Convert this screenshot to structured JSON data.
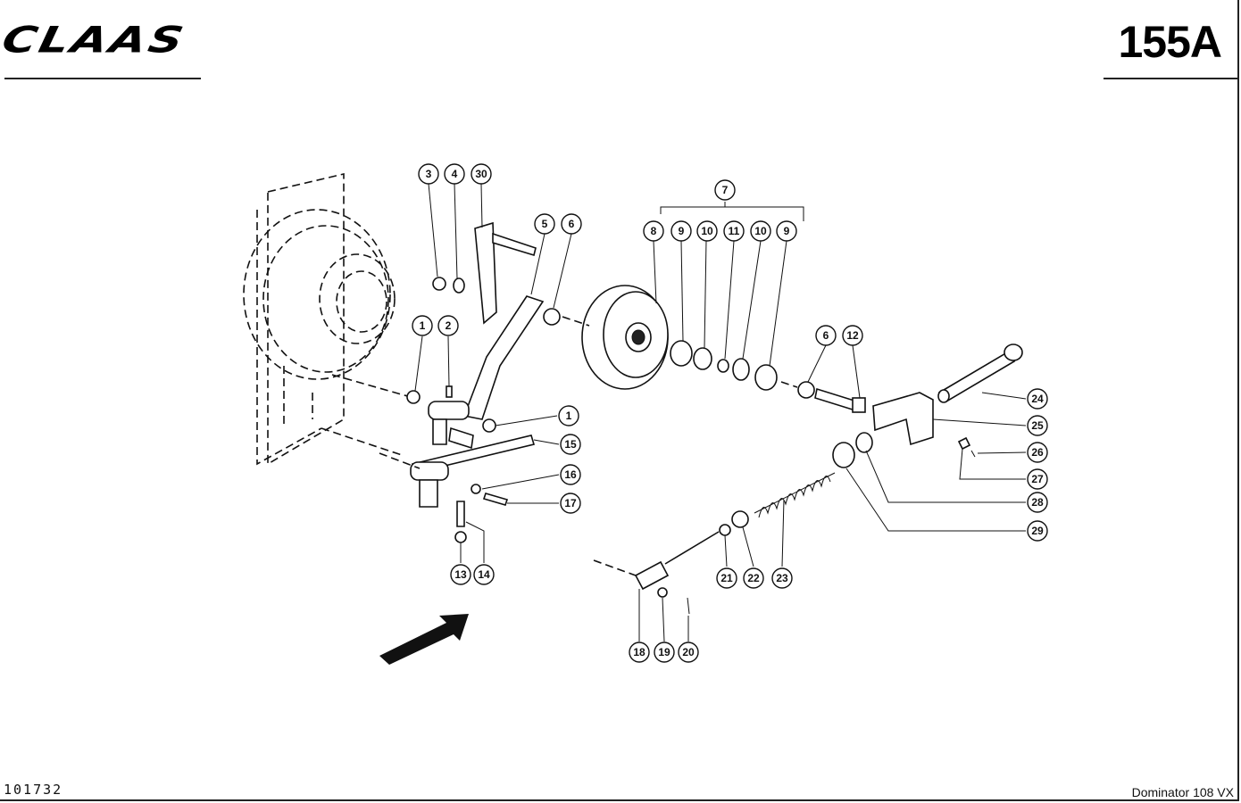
{
  "header": {
    "brand": "CLAAS",
    "page_number": "155A"
  },
  "footer": {
    "document_id": "101732",
    "model": "Dominator 108 VX"
  },
  "callouts": [
    {
      "id": "c1a",
      "label": "1"
    },
    {
      "id": "c2",
      "label": "2"
    },
    {
      "id": "c3",
      "label": "3"
    },
    {
      "id": "c4",
      "label": "4"
    },
    {
      "id": "c30",
      "label": "30"
    },
    {
      "id": "c5",
      "label": "5"
    },
    {
      "id": "c6a",
      "label": "6"
    },
    {
      "id": "c7",
      "label": "7"
    },
    {
      "id": "c8",
      "label": "8"
    },
    {
      "id": "c9a",
      "label": "9"
    },
    {
      "id": "c10a",
      "label": "10"
    },
    {
      "id": "c11",
      "label": "11"
    },
    {
      "id": "c10b",
      "label": "10"
    },
    {
      "id": "c9b",
      "label": "9"
    },
    {
      "id": "c6b",
      "label": "6"
    },
    {
      "id": "c12",
      "label": "12"
    },
    {
      "id": "c1b",
      "label": "1"
    },
    {
      "id": "c15",
      "label": "15"
    },
    {
      "id": "c16",
      "label": "16"
    },
    {
      "id": "c17",
      "label": "17"
    },
    {
      "id": "c13",
      "label": "13"
    },
    {
      "id": "c14",
      "label": "14"
    },
    {
      "id": "c24",
      "label": "24"
    },
    {
      "id": "c25",
      "label": "25"
    },
    {
      "id": "c26",
      "label": "26"
    },
    {
      "id": "c27",
      "label": "27"
    },
    {
      "id": "c28",
      "label": "28"
    },
    {
      "id": "c29",
      "label": "29"
    },
    {
      "id": "c21",
      "label": "21"
    },
    {
      "id": "c22",
      "label": "22"
    },
    {
      "id": "c23",
      "label": "23"
    },
    {
      "id": "c18",
      "label": "18"
    },
    {
      "id": "c19",
      "label": "19"
    },
    {
      "id": "c20",
      "label": "20"
    }
  ]
}
